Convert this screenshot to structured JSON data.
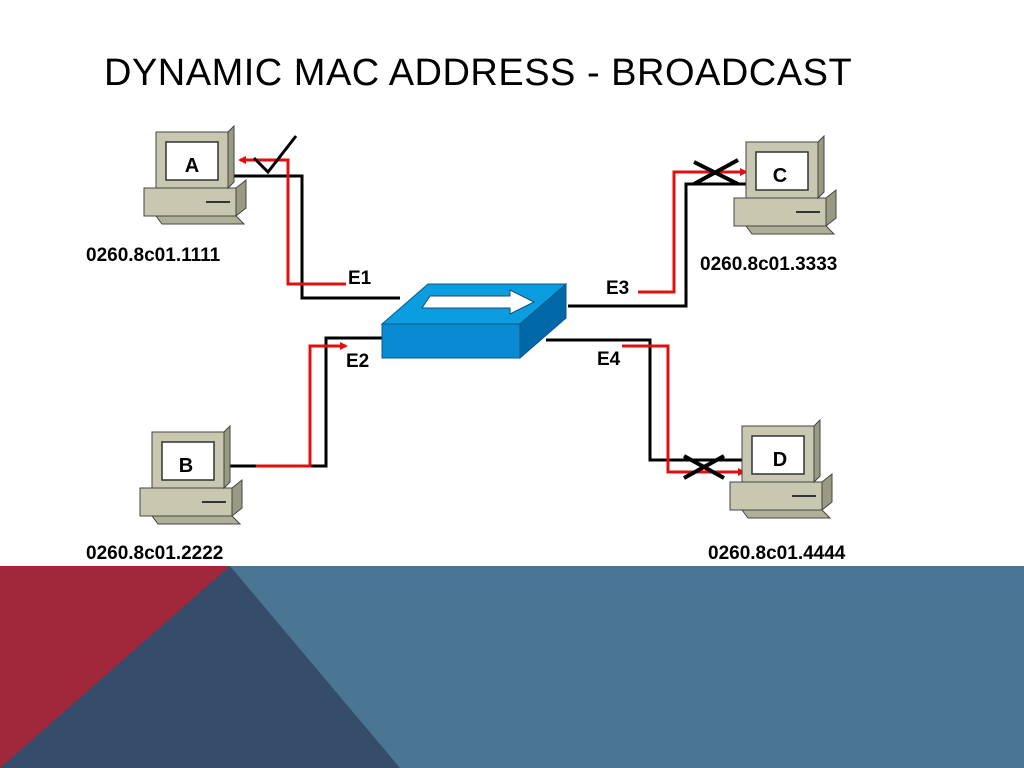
{
  "slide": {
    "title": "DYNAMIC MAC ADDRESS - BROADCAST"
  },
  "hosts": [
    {
      "id": "A",
      "label": "A",
      "mac": "0260.8c01.1111",
      "result": "check"
    },
    {
      "id": "B",
      "label": "B",
      "mac": "0260.8c01.2222",
      "result": "source"
    },
    {
      "id": "C",
      "label": "C",
      "mac": "0260.8c01.3333",
      "result": "cross"
    },
    {
      "id": "D",
      "label": "D",
      "mac": "0260.8c01.4444",
      "result": "cross"
    }
  ],
  "ports": {
    "e1": "E1",
    "e2": "E2",
    "e3": "E3",
    "e4": "E4"
  },
  "colors": {
    "frame_path": "#e01010",
    "switch_top": "#0a9ee0",
    "switch_side": "#0078b8",
    "footer_red": "#a1283a",
    "footer_navy": "#354c6b",
    "footer_steel": "#4a7593",
    "pc_body": "#c8c8b0"
  },
  "icons": [
    "computer-icon",
    "switch-icon",
    "check-icon",
    "cross-icon",
    "arrow-icon"
  ]
}
